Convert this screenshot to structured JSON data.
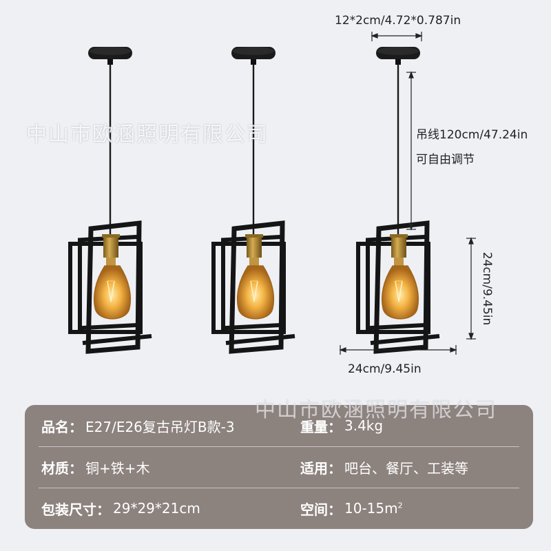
{
  "watermark": "中山市欧涵照明有限公司",
  "dimensions": {
    "canopy": "12*2cm/4.72*0.787in",
    "cord": "吊线120cm/47.24in",
    "cord_note": "可自由调节",
    "height": "24cm/9.45in",
    "width": "24cm/9.45in"
  },
  "specs": {
    "product_name": {
      "label": "品名：",
      "value": "E27/E26复古吊灯B款-3"
    },
    "weight": {
      "label": "重量：",
      "value": "3.4kg"
    },
    "material": {
      "label": "材质：",
      "value": "铜+铁+木"
    },
    "usage": {
      "label": "适用：",
      "value": "吧台、餐厅、工装等"
    },
    "package_size": {
      "label": "包装尺寸：",
      "value": "29*29*21cm"
    },
    "space": {
      "label": "空间：",
      "value": "10-15m",
      "unit_sup": "2"
    }
  },
  "colors": {
    "background": "#eef0f4",
    "panel": "#8c827e",
    "frame": "#151515",
    "brass": "#b8923a",
    "bulb_glow": "#f5b545"
  }
}
